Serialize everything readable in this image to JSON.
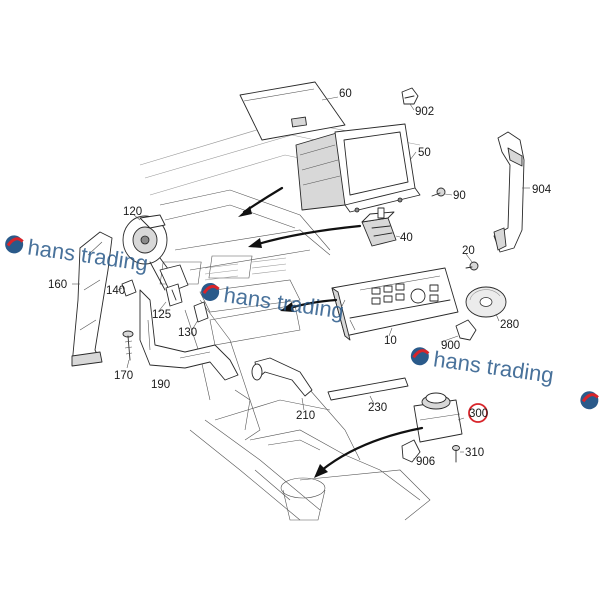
{
  "watermark": {
    "text": "hans trading",
    "color": "#2a5a8a",
    "accent_color": "#d8242a"
  },
  "callouts": [
    {
      "id": "60",
      "label": "60"
    },
    {
      "id": "902",
      "label": "902"
    },
    {
      "id": "50",
      "label": "50"
    },
    {
      "id": "90",
      "label": "90"
    },
    {
      "id": "904",
      "label": "904"
    },
    {
      "id": "120",
      "label": "120"
    },
    {
      "id": "40",
      "label": "40"
    },
    {
      "id": "20",
      "label": "20"
    },
    {
      "id": "160",
      "label": "160"
    },
    {
      "id": "140",
      "label": "140"
    },
    {
      "id": "125",
      "label": "125"
    },
    {
      "id": "130",
      "label": "130"
    },
    {
      "id": "280",
      "label": "280"
    },
    {
      "id": "10",
      "label": "10"
    },
    {
      "id": "900",
      "label": "900"
    },
    {
      "id": "170",
      "label": "170"
    },
    {
      "id": "190",
      "label": "190"
    },
    {
      "id": "210",
      "label": "210"
    },
    {
      "id": "230",
      "label": "230"
    },
    {
      "id": "300",
      "label": "300",
      "highlighted": true
    },
    {
      "id": "906",
      "label": "906"
    },
    {
      "id": "310",
      "label": "310"
    }
  ],
  "highlight_color": "#d8242a"
}
